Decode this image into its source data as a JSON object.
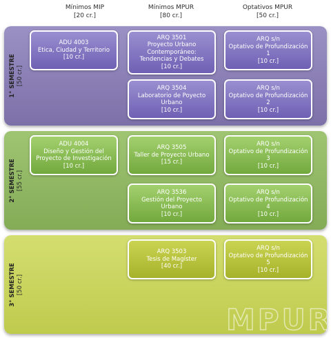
{
  "columns": [
    {
      "title": "Mínimos MIP",
      "credits": "[20 cr.]"
    },
    {
      "title": "Mínimos MPUR",
      "credits": "[80 cr.]"
    },
    {
      "title": "Optativos MPUR",
      "credits": "[50 cr.]"
    }
  ],
  "semesters": [
    {
      "label": "1° SEMESTRE",
      "credits": "[50 cr.]",
      "color": "#8d82b8",
      "courses": [
        {
          "code": "ADU 4003",
          "name": "Etica, Ciudad y Territorio",
          "credits": "[10 cr.]",
          "column": "Mínimos MIP"
        },
        {
          "code": "ARQ 3501",
          "name": "Proyecto Urbano Contemporáneo: Tendencias y Debates",
          "credits": "[10 cr.]",
          "column": "Mínimos MPUR"
        },
        {
          "code": "ARQ 3504",
          "name": "Laboratorio de Poyecto Urbano",
          "credits": "[10 cr.]",
          "column": "Mínimos MPUR"
        },
        {
          "code": "ARQ s/n",
          "name": "Optativo de Profundización 1",
          "credits": "[10 cr.]",
          "column": "Optativos MPUR"
        },
        {
          "code": "ARQ s/n",
          "name": "Optativo de Profundización 2",
          "credits": "[10 cr.]",
          "column": "Optativos MPUR"
        }
      ]
    },
    {
      "label": "2° SEMESTRE",
      "credits": "[55 cr.]",
      "color": "#90b862",
      "courses": [
        {
          "code": "ADU 4004",
          "name": "Diseño y Gestión del Proyecto de Investigación",
          "credits": "[10 cr.]",
          "column": "Mínimos MIP"
        },
        {
          "code": "ARQ 3505",
          "name": "Taller de Proyecto Urbano",
          "credits": "[15 cr.]",
          "column": "Mínimos MPUR"
        },
        {
          "code": "ARQ 3536",
          "name": "Gestión del Proyecto Urbano",
          "credits": "[10 cr.]",
          "column": "Mínimos MPUR"
        },
        {
          "code": "ARQ s/n",
          "name": "Optativo de Profundización 3",
          "credits": "[10 cr.]",
          "column": "Optativos MPUR"
        },
        {
          "code": "ARQ s/n",
          "name": "Optativo de Profundización 4",
          "credits": "[10 cr.]",
          "column": "Optativos MPUR"
        }
      ]
    },
    {
      "label": "3° SEMESTRE",
      "credits": "[50 cr.]",
      "color": "#c8d35e",
      "courses": [
        {
          "code": "ARQ 3503",
          "name": "Tesis de Magíster",
          "credits": "[40 cr.]",
          "column": "Mínimos MPUR"
        },
        {
          "code": "ARQ s/n",
          "name": "Optativo de Profundización 5",
          "credits": "[10 cr.]",
          "column": "Optativos MPUR"
        }
      ]
    }
  ],
  "watermark": "MPUR"
}
